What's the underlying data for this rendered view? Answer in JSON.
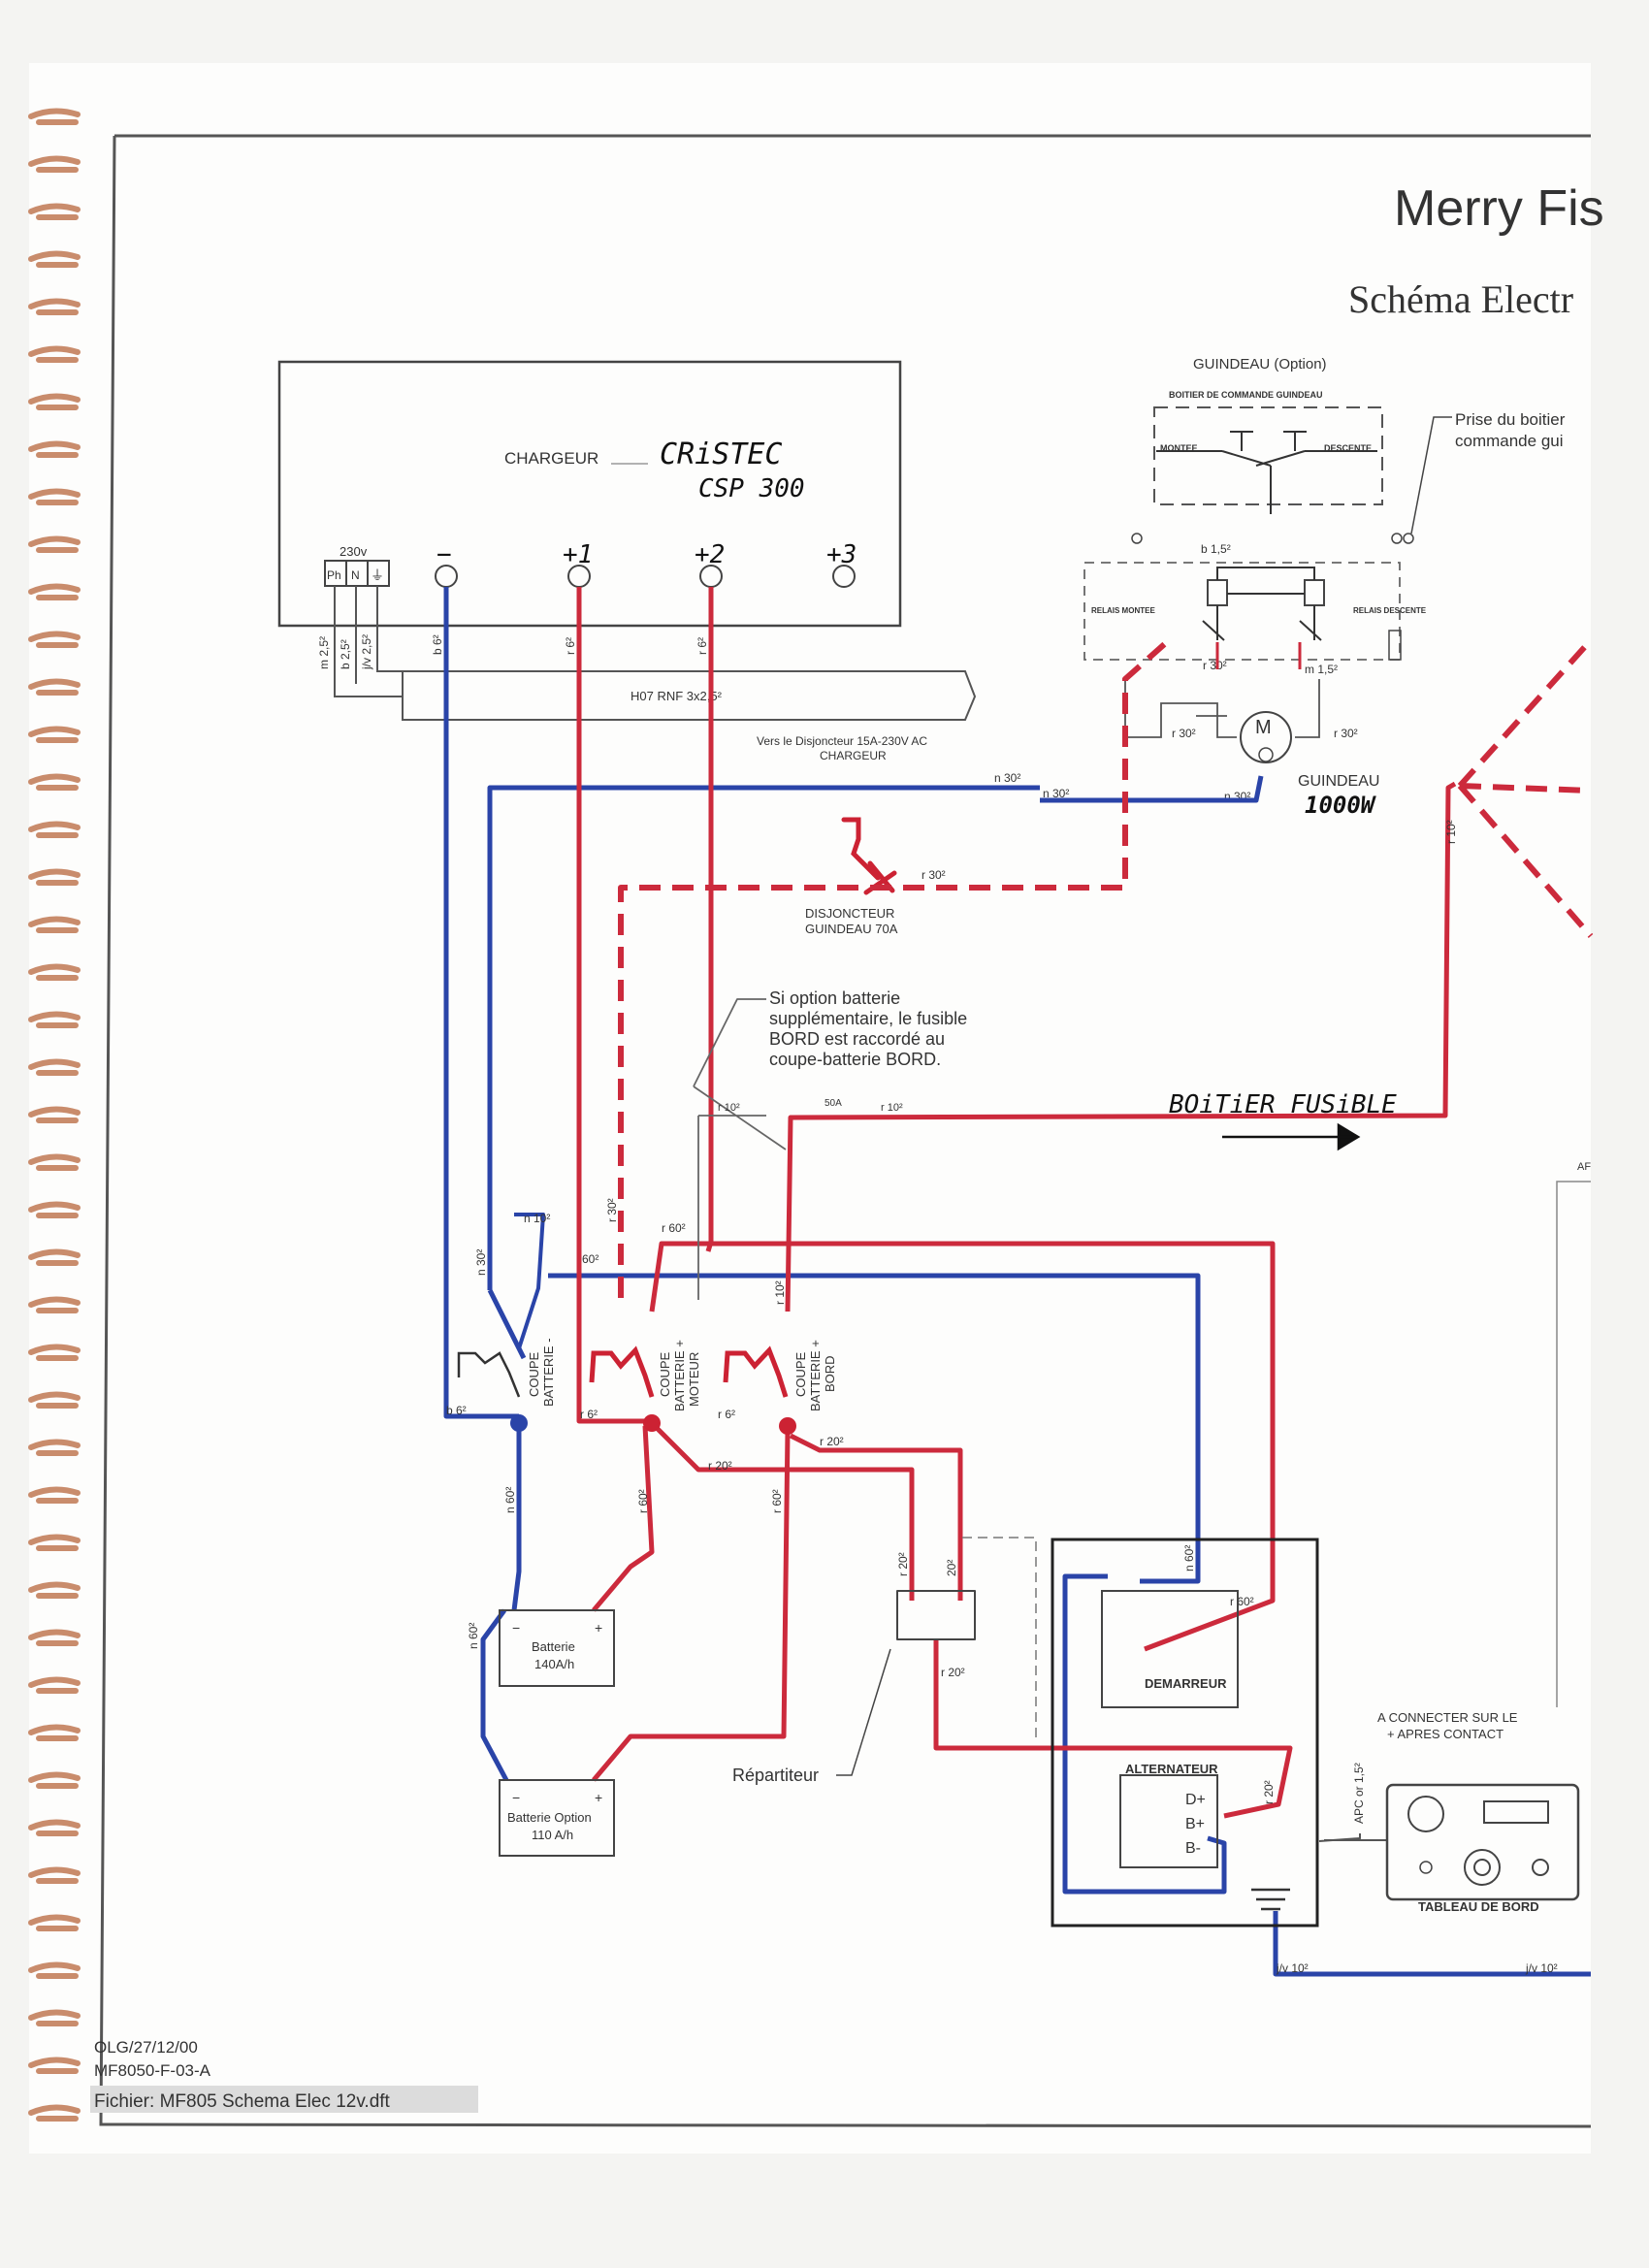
{
  "title": {
    "main": "Merry Fis",
    "sub": "Schéma Electr"
  },
  "charger": {
    "label": "CHARGEUR",
    "handwritten_1": "CRiSTEC",
    "handwritten_2": "CSP 300",
    "ac_label": "230v",
    "terminals_ac": [
      "Ph",
      "N",
      "⏚"
    ],
    "outputs": [
      "−",
      "+1",
      "+2",
      "+3"
    ],
    "cable": "H07 RNF 3x2,5²",
    "cable_note_1": "Vers le Disjoncteur 15A-230V AC",
    "cable_note_2": "CHARGEUR",
    "ac_wires": [
      "m 2,5²",
      "b 2,5²",
      "j/v 2,5²"
    ]
  },
  "windlass": {
    "title": "GUINDEAU (Option)",
    "control_box": "BOITIER DE COMMANDE GUINDEAU",
    "montee": "MONTEE",
    "descente": "DESCENTE",
    "prise_1": "Prise du boitier",
    "prise_2": "commande gui",
    "relay_up": "RELAIS MONTEE",
    "relay_down": "RELAIS DESCENTE",
    "motor_label": "GUINDEAU",
    "motor_hand": "1000W",
    "breaker_1": "DISJONCTEUR",
    "breaker_2": "GUINDEAU 70A"
  },
  "wires": {
    "b6": "b 6²",
    "r6": "r 6²",
    "n30": "n 30²",
    "b15": "b 1,5²",
    "m15": "m 1,5²",
    "r30": "r 30²",
    "r10": "r 10²",
    "n10": "n 10²",
    "r60": "r 60²",
    "n60": "n 60²",
    "r20": "r 20²",
    "i20": "20²",
    "jv10": "j/v 10²",
    "s60": "60²",
    "fuse50": "50A",
    "apc": "APC or 1,5²"
  },
  "note": {
    "line1": "Si option batterie",
    "line2": "supplémentaire, le fusible",
    "line3": "BORD est raccordé au",
    "line4": "coupe-batterie BORD."
  },
  "fuse_box_hand": "BOiTiER FUSiBLE",
  "switches": {
    "neg": [
      "COUPE",
      "BATTERIE -"
    ],
    "motor": [
      "COUPE",
      "BATTERIE +",
      "MOTEUR"
    ],
    "bord": [
      "COUPE",
      "BATTERIE +",
      "BORD"
    ]
  },
  "batteries": {
    "b1_name": "Batterie",
    "b1_cap": "140A/h",
    "b2_name": "Batterie Option",
    "b2_cap": "110 A/h"
  },
  "repartiteur": "Répartiteur",
  "engine": {
    "starter": "DEMARREUR",
    "alternator": "ALTERNATEUR",
    "terms": [
      "D+",
      "B+",
      "B-"
    ]
  },
  "dashboard": {
    "note_1": "A CONNECTER SUR LE",
    "note_2": "+ APRES CONTACT",
    "label": "TABLEAU DE BORD"
  },
  "footer": {
    "line1": "OLG/27/12/00",
    "line2": "MF8050-F-03-A",
    "file": "Fichier: MF805 Schema Elec 12v.dft"
  },
  "edge_label": "AF"
}
